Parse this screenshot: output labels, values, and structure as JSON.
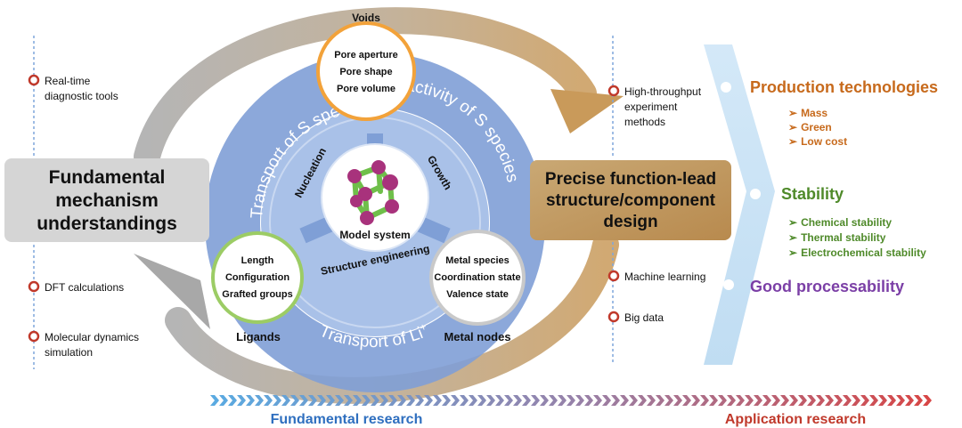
{
  "center": {
    "voids": "Voids",
    "pore": [
      "Pore aperture",
      "Pore shape",
      "Pore volume"
    ],
    "model": "Model system",
    "nucleation": "Nucleation",
    "growth": "Growth",
    "structure_engineering": "Structure engineering",
    "ligand_items": [
      "Length",
      "Configuration",
      "Grafted groups"
    ],
    "ligands": "Ligands",
    "metal_items": [
      "Metal species",
      "Coordination state",
      "Valence state"
    ],
    "metal_nodes": "Metal nodes",
    "ring_transport_s": "Transport of S species",
    "ring_reactivity_s": "Reactivity of S species",
    "ring_transport_li": "Transport of Li",
    "ring_transport_li_sup": "+"
  },
  "left": {
    "box_lines": [
      "Fundamental",
      "mechanism",
      "understandings"
    ],
    "tools": [
      [
        "Real-time",
        "diagnostic tools"
      ],
      [
        "DFT calculations"
      ],
      [
        "Molecular dynamics",
        "simulation"
      ]
    ]
  },
  "right": {
    "box_lines": [
      "Precise function-lead",
      "structure/component",
      "design"
    ],
    "tools": [
      [
        "High-throughput",
        "experiment",
        "methods"
      ],
      [
        "Machine learning"
      ],
      [
        "Big data"
      ]
    ]
  },
  "outcomes": {
    "production": {
      "title": "Production technologies",
      "items": [
        "Mass",
        "Green",
        "Low cost"
      ],
      "color": "#c76a1c"
    },
    "stability": {
      "title": "Stability",
      "items": [
        "Chemical stability",
        "Thermal stability",
        "Electrochemical stability"
      ],
      "color": "#4f8a2a"
    },
    "processability": {
      "title": "Good processability",
      "color": "#7b3fa6"
    },
    "bullet": "➢"
  },
  "bottom": {
    "fundamental": "Fundamental research",
    "application": "Application research",
    "fundamental_color": "#2f6fbf",
    "application_color": "#c0392b"
  }
}
